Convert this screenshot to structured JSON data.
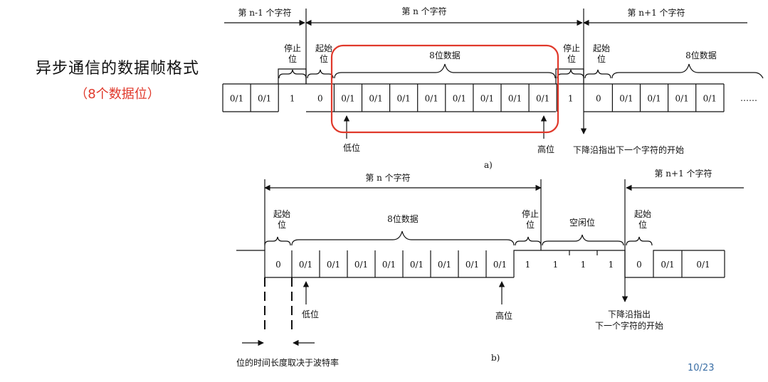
{
  "slide": {
    "title": "异步通信的数据帧格式",
    "subtitle": "（8个数据位）",
    "page_number": "10/23",
    "accent_color": "#e0392b"
  },
  "diagram_a": {
    "caption": "a)",
    "prev_char": "第 n-1 个字符",
    "curr_char": "第 n 个字符",
    "next_char": "第 n+1 个字符",
    "stop_label_1": "停止",
    "stop_label_2": "位",
    "start_label_1": "起始",
    "start_label_2": "位",
    "data_label": "8位数据",
    "low_bit": "低位",
    "high_bit": "高位",
    "falling_edge_note": "下降沿指出下一个字符的开始",
    "ellipsis": "……",
    "cells": [
      "0/1",
      "0/1",
      "1",
      "0",
      "0/1",
      "0/1",
      "0/1",
      "0/1",
      "0/1",
      "0/1",
      "0/1",
      "0/1",
      "1",
      "0",
      "0/1",
      "0/1",
      "0/1",
      "0/1"
    ]
  },
  "diagram_b": {
    "caption": "b)",
    "curr_char": "第 n 个字符",
    "next_char": "第 n+1 个字符",
    "start_label_1": "起始",
    "start_label_2": "位",
    "data_label": "8位数据",
    "stop_label_1": "停止",
    "stop_label_2": "位",
    "idle_label": "空闲位",
    "low_bit": "低位",
    "high_bit": "高位",
    "falling_edge_note_1": "下降沿指出",
    "falling_edge_note_2": "下一个字符的开始",
    "bit_time_note": "位的时间长度取决于波特率",
    "cells": [
      "0",
      "0/1",
      "0/1",
      "0/1",
      "0/1",
      "0/1",
      "0/1",
      "0/1",
      "0/1",
      "1",
      "1",
      "1",
      "1",
      "0",
      "0/1",
      "0/1"
    ]
  }
}
